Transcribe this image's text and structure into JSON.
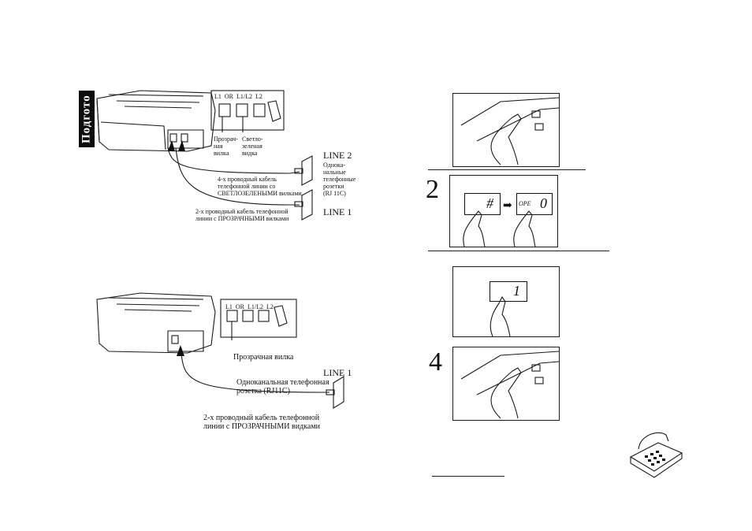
{
  "side_tab": "Подгото",
  "diagram_top": {
    "jack_labels": "L1  OR  L1/L2  L2",
    "clear_plug_caption": "Прозрач-\nная\nвилка",
    "green_plug_caption": "Светло-\nзеленая\nвидка",
    "line2": "LINE 2",
    "line1": "LINE 1",
    "single_sockets": "Однока-\nнальные\nтелефонные\nрозетки\n(RJ 11C)",
    "cable_4wire": "4-х проводный кабель\nтелефонной линии со\nСВЕТЛОЗЕЛЕНЫМИ вилками",
    "cable_2wire": "2-х проводный кабель телефонной\nлинии с ПРОЗРАЧНЫМИ вилками"
  },
  "diagram_bottom": {
    "jack_labels": "L1  OR  L1/L2  L2",
    "clear_plug_caption": "Прозрачная вилка",
    "line1": "LINE 1",
    "single_socket": "Одноканальная телефонная\nрозетка (RJ11C)",
    "cable_2wire": "2-х проводный кабель телефонной\nлинии с ПРОЗРАЧНЫМИ видками"
  },
  "steps": [
    {
      "number": "",
      "content": "press-button"
    },
    {
      "number": "2",
      "key1": "#",
      "key2_prefix": "OPE",
      "key2": "0"
    },
    {
      "number": "",
      "key": "1"
    },
    {
      "number": "4",
      "content": "press-button"
    }
  ]
}
